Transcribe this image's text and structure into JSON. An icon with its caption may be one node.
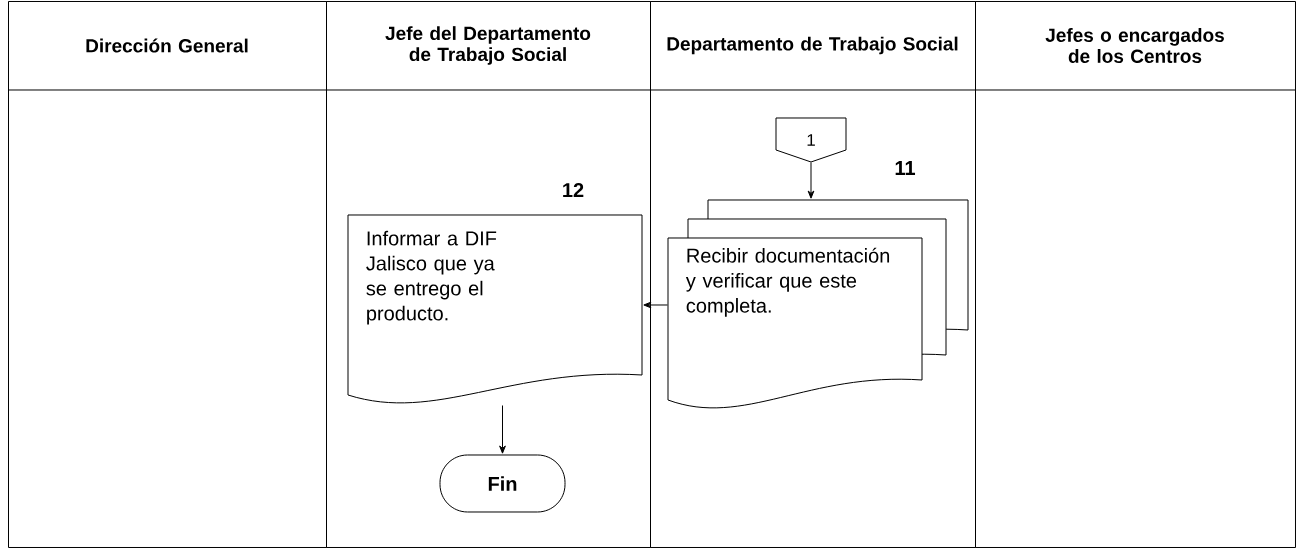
{
  "diagram": {
    "nodes": [
      {
        "text": [
          "Dirección General"
        ]
      },
      {
        "text": [
          "Jefe del Departamento de Trabajo Social"
        ]
      },
      {
        "text": [
          "Departamento de Trabajo Social"
        ]
      },
      {
        "text": [
          "Jefes o encargados de los Centros"
        ]
      },
      {
        "text": [
          "1"
        ],
        "in": 2
      },
      {
        "text": [
          "Recibir documentación y verificar que este completa."
        ],
        "beside": [
          "11"
        ],
        "in": 2
      },
      {
        "text": [
          "Informar a DIF Jalisco que ya se entrego el producto."
        ],
        "beside": [
          "12"
        ],
        "in": 1
      },
      {
        "text": [
          "Fin"
        ],
        "in": 1
      }
    ],
    "edges": [
      {
        "from": 4,
        "to": 5,
        "arrow": "to"
      },
      {
        "from": 5,
        "to": 6,
        "arrow": "to"
      },
      {
        "from": 6,
        "to": 7,
        "arrow": "to"
      }
    ]
  }
}
